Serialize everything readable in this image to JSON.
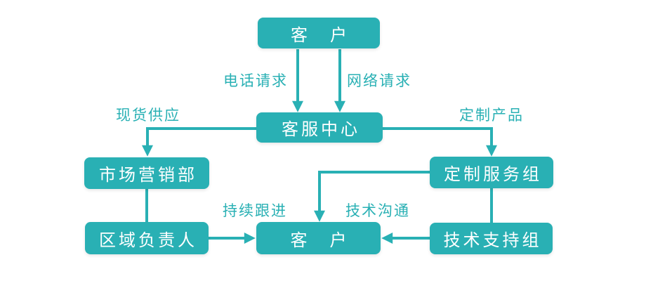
{
  "diagram": {
    "accent_color": "#29b0b4",
    "node_text_color": "#ffffff",
    "background_color": "#ffffff",
    "nodes": {
      "customer_top": "客　户",
      "service_center": "客服中心",
      "marketing_dept": "市场营销部",
      "custom_service_group": "定制服务组",
      "regional_manager": "区域负责人",
      "customer_bottom": "客　户",
      "tech_support_group": "技术支持组"
    },
    "edge_labels": {
      "phone_request": "电话请求",
      "web_request": "网络请求",
      "spot_supply": "现货供应",
      "custom_product": "定制产品",
      "continuous_followup": "持续跟进",
      "tech_communication": "技术沟通"
    }
  }
}
